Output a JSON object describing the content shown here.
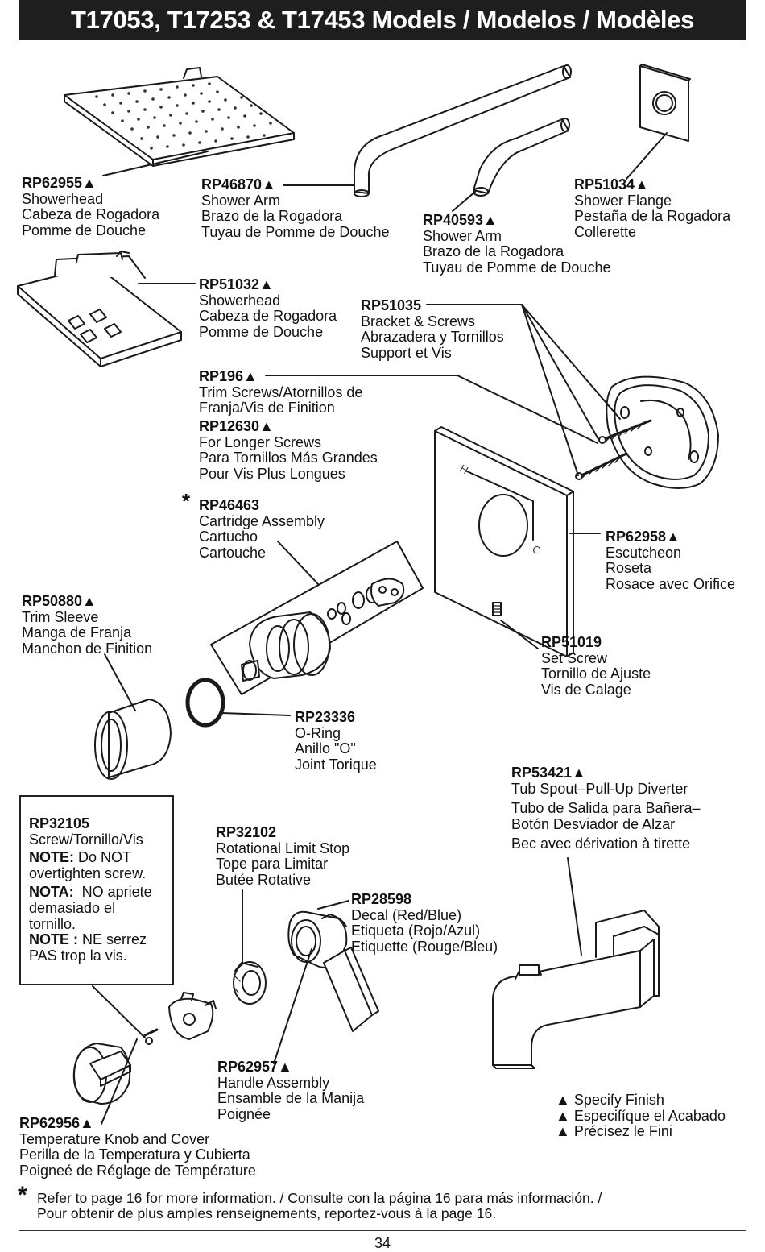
{
  "title": "T17053, T17253 & T17453 Models / Modelos / Modèles",
  "parts": {
    "rp62955": {
      "pn": "RP62955▲",
      "lines": [
        "Showerhead",
        "Cabeza de Rogadora",
        "Pomme de Douche"
      ]
    },
    "rp46870": {
      "pn": "RP46870▲",
      "lines": [
        "Shower Arm",
        "Brazo de la Rogadora",
        "Tuyau de Pomme de Douche"
      ]
    },
    "rp40593": {
      "pn": "RP40593▲",
      "lines": [
        "Shower Arm",
        "Brazo de la Rogadora",
        "Tuyau de Pomme de Douche"
      ]
    },
    "rp51034": {
      "pn": "RP51034▲",
      "lines": [
        "Shower Flange",
        "Pestaña de la Rogadora",
        "Collerette"
      ]
    },
    "rp51032": {
      "pn": "RP51032▲",
      "lines": [
        "Showerhead",
        "Cabeza de Rogadora",
        "Pomme de Douche"
      ]
    },
    "rp51035": {
      "pn": "RP51035",
      "lines": [
        "Bracket & Screws",
        "Abrazadera y Tornillos",
        "Support et Vis"
      ]
    },
    "rp196": {
      "pn": "RP196▲",
      "lines": [
        "Trim Screws/Atornillos de",
        "Franja/Vis de Finition"
      ]
    },
    "rp12630": {
      "pn": "RP12630▲",
      "lines": [
        "For Longer Screws",
        "Para Tornillos Más Grandes",
        "Pour Vis Plus Longues"
      ]
    },
    "rp46463": {
      "star": "*",
      "pn": "RP46463",
      "lines": [
        "Cartridge Assembly",
        "Cartucho",
        "Cartouche"
      ]
    },
    "rp62958": {
      "pn": "RP62958▲",
      "lines": [
        "Escutcheon",
        "Roseta",
        "Rosace avec Orifice"
      ]
    },
    "rp50880": {
      "pn": "RP50880▲",
      "lines": [
        "Trim Sleeve",
        "Manga de Franja",
        "Manchon de Finition"
      ]
    },
    "rp51019": {
      "pn": "RP51019",
      "lines": [
        "Set Screw",
        "Tornillo de Ajuste",
        "Vis de Calage"
      ]
    },
    "rp23336": {
      "pn": "RP23336",
      "lines": [
        "O-Ring",
        "Anillo \"O\"",
        "Joint Torique"
      ]
    },
    "rp53421": {
      "pn": "RP53421▲",
      "lines": [
        "Tub Spout–Pull-Up Diverter",
        "Tubo de Salida para Bañera–",
        "Botón Desviador de Alzar",
        "Bec avec dérivation à tirette"
      ]
    },
    "rp32102": {
      "pn": "RP32102",
      "lines": [
        "Rotational Limit Stop",
        "Tope para Limitar",
        "Butée Rotative"
      ]
    },
    "rp28598": {
      "pn": "RP28598",
      "lines": [
        "Decal (Red/Blue)",
        "Etiqueta (Rojo/Azul)",
        "Etiquette (Rouge/Bleu)"
      ]
    },
    "rp62957": {
      "pn": "RP62957▲",
      "lines": [
        "Handle Assembly",
        "Ensamble de la Manija",
        "Poignée"
      ]
    },
    "rp62956": {
      "pn": "RP62956▲",
      "lines": [
        "Temperature Knob and Cover",
        "Perilla de la Temperatura y Cubierta",
        "Poigneé de Réglage de Température"
      ]
    }
  },
  "note_box": {
    "pn": "RP32105",
    "desc": "Screw/Tornillo/Vis",
    "note_en_label": "NOTE:",
    "note_en_text": " Do NOT",
    "note_en_line2": "overtighten screw.",
    "note_es_label": "NOTA:",
    "note_es_text": "  NO apriete",
    "note_es_line2": "demasiado el",
    "note_es_line3": "tornillo.",
    "note_fr_label": "NOTE :",
    "note_fr_text": " NE serrez",
    "note_fr_line2": "PAS trop la vis."
  },
  "legend": [
    "▲ Specify Finish",
    "▲ Especifíque el Acabado",
    "▲ Précisez le Fini"
  ],
  "escutcheon_marks": {
    "hot": "H",
    "cold": "C"
  },
  "footer": {
    "star": "*",
    "line1": "Refer to page 16 for more information. / Consulte con la página 16 para más información. /",
    "line2": "Pour obtenir de plus amples renseignements, reportez-vous à la page 16."
  },
  "page_number": "34"
}
